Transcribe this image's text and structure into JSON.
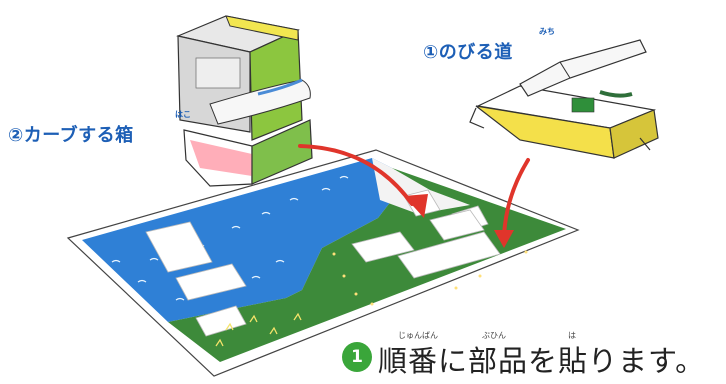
{
  "labels": {
    "road": {
      "text": "①のびる道",
      "ruby": "みち"
    },
    "box": {
      "text": "②カーブする箱",
      "ruby": "はこ"
    }
  },
  "step": {
    "number": "1",
    "text": "順番に部品を貼ります。",
    "ruby": {
      "order": "じゅんばん",
      "parts": "ぶひん",
      "paste": "は"
    }
  },
  "colors": {
    "label_blue": "#1d5fb6",
    "sea": "#2f80d6",
    "land": "#3d8a3a",
    "arrow": "#e0352b",
    "badge": "#3aa63a"
  }
}
